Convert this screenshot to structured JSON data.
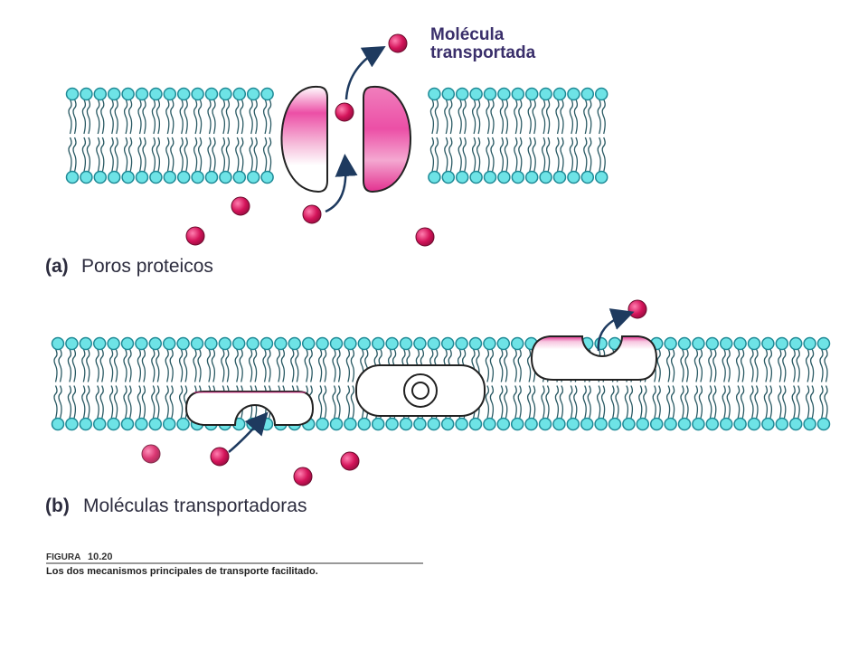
{
  "labels": {
    "transported_molecule_line1": "Molécula",
    "transported_molecule_line2": "transportada",
    "panel_a_letter": "(a)",
    "panel_a_title": "Poros proteicos",
    "panel_b_letter": "(b)",
    "panel_b_title": "Moléculas transportadoras"
  },
  "figure": {
    "number_prefix": "FIGURA",
    "number": "10.20",
    "caption": "Los dos mecanismos principales de transporte facilitado."
  },
  "colors": {
    "lipid_head_fill": "#6ee3e6",
    "lipid_head_stroke": "#1f8a96",
    "lipid_tail": "#2a5a64",
    "protein_magenta": "#e3308f",
    "molecule": "#d4145a",
    "arrow": "#1e3a5f"
  }
}
